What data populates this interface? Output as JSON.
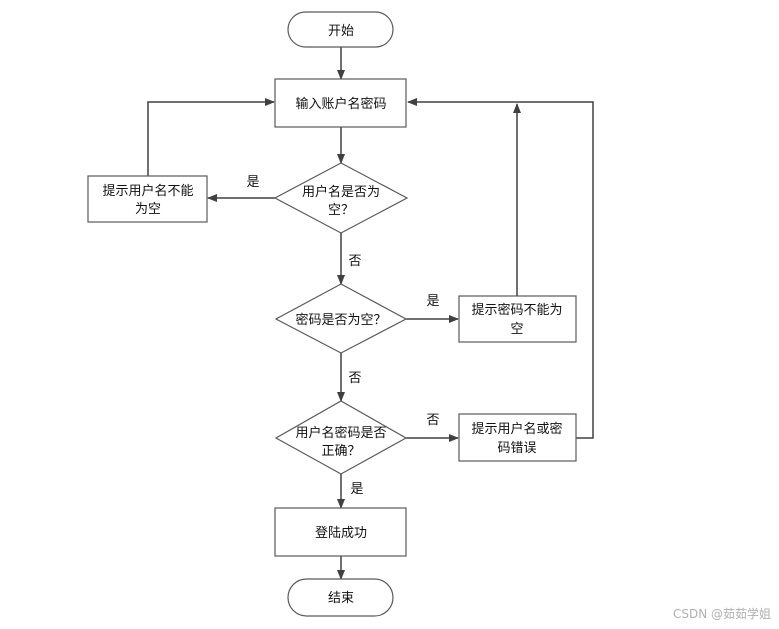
{
  "flowchart": {
    "nodes": {
      "start": [
        "开始"
      ],
      "input": [
        "输入账户名密码"
      ],
      "check_user_empty": [
        "用户名是否为",
        "空？"
      ],
      "warn_user_empty": [
        "提示用户名不能",
        "为空"
      ],
      "check_pass_empty": [
        "密码是否为空？"
      ],
      "warn_pass_empty": [
        "提示密码不能为",
        "空"
      ],
      "check_correct": [
        "用户名密码是否",
        "正确？"
      ],
      "warn_wrong": [
        "提示用户名或密",
        "码错误"
      ],
      "success": [
        "登陆成功"
      ],
      "end": [
        "结束"
      ]
    },
    "edge_labels": {
      "user_empty_yes": "是",
      "user_empty_no": "否",
      "pass_empty_yes": "是",
      "pass_empty_no": "否",
      "correct_no": "否",
      "correct_yes": "是"
    }
  },
  "watermark": "CSDN @茹茹学姐",
  "colors": {
    "stroke": "#595959",
    "fill": "#ffffff",
    "text": "#111111"
  }
}
